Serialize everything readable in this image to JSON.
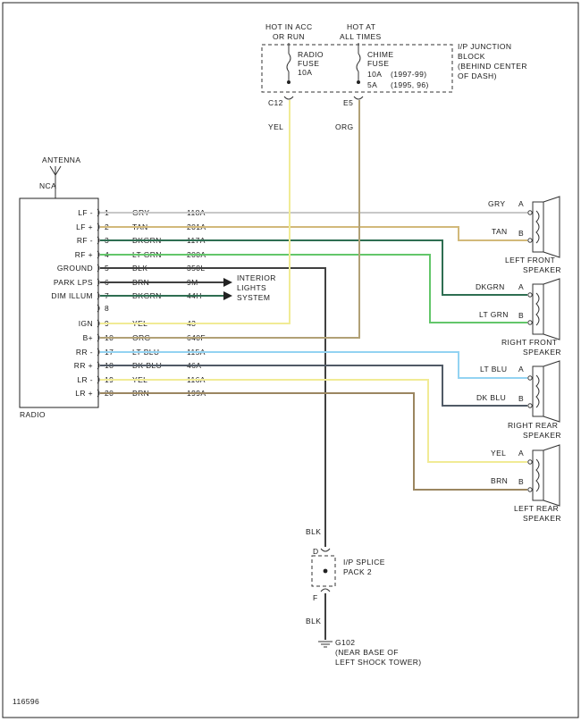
{
  "diagram_id": "116596",
  "colors": {
    "GRY": "#c8c8c8",
    "TAN": "#d2b97a",
    "DKGRN": "#2e6e52",
    "LTGRN": "#63c66a",
    "BLK": "#404040",
    "BRN": "#9b8660",
    "YEL": "#f1eb95",
    "ORG": "#b1a176",
    "LTBLU": "#93d3f2",
    "DKBLU": "#505a66"
  },
  "fuse_block": {
    "hot_inacc_line1": "HOT IN ACC",
    "hot_inacc_line2": "OR RUN",
    "hot_all_line1": "HOT AT",
    "hot_all_line2": "ALL TIMES",
    "radio_fuse_line1": "RADIO",
    "radio_fuse_line2": "FUSE",
    "radio_fuse_line3": "10A",
    "chime_fuse_line1": "CHIME",
    "chime_fuse_line2": "FUSE",
    "chime_fuse_line3": "10A",
    "chime_fuse_line4": "5A",
    "chime_years_1": "(1997-99)",
    "chime_years_2": "(1995, 96)",
    "block_line1": "I/P JUNCTION",
    "block_line2": "BLOCK",
    "block_line3": "(BEHIND CENTER",
    "block_line4": "OF DASH)",
    "connector_left": "C12",
    "connector_right": "E5",
    "wire_left_color": "YEL",
    "wire_right_color": "ORG"
  },
  "antenna": {
    "label": "ANTENNA",
    "sub": "NCA"
  },
  "radio": {
    "label": "RADIO",
    "pins": [
      {
        "name": "LF -",
        "num": "1",
        "color": "GRY",
        "circuit": "118A"
      },
      {
        "name": "LF +",
        "num": "2",
        "color": "TAN",
        "circuit": "201A"
      },
      {
        "name": "RF -",
        "num": "3",
        "color": "DKGRN",
        "circuit": "117A"
      },
      {
        "name": "RF +",
        "num": "4",
        "color": "LT GRN",
        "circuit": "200A"
      },
      {
        "name": "GROUND",
        "num": "5",
        "color": "BLK",
        "circuit": "350L"
      },
      {
        "name": "PARK LPS",
        "num": "6",
        "color": "BRN",
        "circuit": "9M"
      },
      {
        "name": "DIM ILLUM",
        "num": "7",
        "color": "DKGRN",
        "circuit": "44H"
      },
      {
        "name": "",
        "num": "8",
        "color": "",
        "circuit": ""
      },
      {
        "name": "IGN",
        "num": "9",
        "color": "YEL",
        "circuit": "43"
      },
      {
        "name": "B+",
        "num": "10",
        "color": "ORG",
        "circuit": "640F"
      },
      {
        "name": "RR -",
        "num": "17",
        "color": "LT BLU",
        "circuit": "115A"
      },
      {
        "name": "RR +",
        "num": "18",
        "color": "DK BLU",
        "circuit": "46A"
      },
      {
        "name": "LR -",
        "num": "19",
        "color": "YEL",
        "circuit": "116A"
      },
      {
        "name": "LR +",
        "num": "20",
        "color": "BRN",
        "circuit": "199A"
      }
    ]
  },
  "interior": {
    "line1": "INTERIOR",
    "line2": "LIGHTS",
    "line3": "SYSTEM"
  },
  "speakers": [
    {
      "line1": "LEFT FRONT",
      "line2": "SPEAKER",
      "wire_a": "GRY",
      "wire_b": "TAN",
      "pin_a": "A",
      "pin_b": "B"
    },
    {
      "line1": "RIGHT FRONT",
      "line2": "SPEAKER",
      "wire_a": "DKGRN",
      "wire_b": "LT GRN",
      "pin_a": "A",
      "pin_b": "B"
    },
    {
      "line1": "RIGHT REAR",
      "line2": "SPEAKER",
      "wire_a": "LT BLU",
      "wire_b": "DK BLU",
      "pin_a": "A",
      "pin_b": "B"
    },
    {
      "line1": "LEFT REAR",
      "line2": "SPEAKER",
      "wire_a": "YEL",
      "wire_b": "BRN",
      "pin_a": "A",
      "pin_b": "B"
    }
  ],
  "ground_path": {
    "wire_top": "BLK",
    "pin_top": "D",
    "splice_line1": "I/P SPLICE",
    "splice_line2": "PACK 2",
    "pin_bottom": "F",
    "wire_bottom": "BLK",
    "ground_line1": "G102",
    "ground_line2": "(NEAR BASE OF",
    "ground_line3": "LEFT SHOCK TOWER)"
  }
}
